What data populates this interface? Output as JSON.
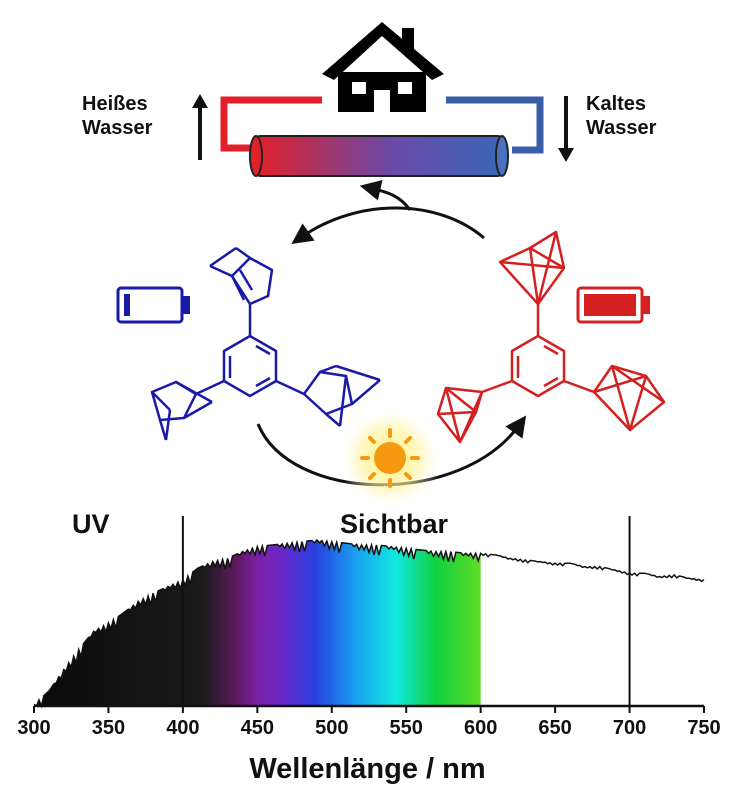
{
  "labels": {
    "hot_water_line1": "Heißes",
    "hot_water_line2": "Wasser",
    "cold_water_line1": "Kaltes",
    "cold_water_line2": "Wasser",
    "uv": "UV",
    "visible": "Sichtbar"
  },
  "colors": {
    "hot": "#e0202a",
    "cold": "#3a5fa8",
    "molecule_left": "#1a1aa8",
    "molecule_right": "#d42020",
    "sun": "#f59a10"
  },
  "icons": [
    "house-icon",
    "storage-tank-icon",
    "battery-empty-icon",
    "battery-full-icon",
    "sun-icon",
    "arrow-up-icon",
    "arrow-down-icon"
  ],
  "chart_data": {
    "type": "area",
    "xlabel": "Wellenlänge / nm",
    "ylabel": "",
    "xlim": [
      300,
      750
    ],
    "xticks": [
      300,
      350,
      400,
      450,
      500,
      550,
      600,
      650,
      700,
      750
    ],
    "markers_nm": [
      400,
      700
    ],
    "visible_range_nm": [
      400,
      600
    ],
    "series": [
      {
        "x": [
          300,
          310,
          320,
          330,
          340,
          350,
          360,
          370,
          380,
          390,
          400,
          410,
          420,
          430,
          440,
          450,
          460,
          470,
          480,
          490,
          500,
          510,
          520,
          530,
          540,
          550,
          560,
          570,
          580,
          590,
          600,
          610,
          620,
          630,
          640,
          650,
          660,
          670,
          680,
          690,
          700,
          710,
          720,
          730,
          740,
          750
        ],
        "y": [
          0.01,
          0.09,
          0.22,
          0.34,
          0.45,
          0.5,
          0.56,
          0.63,
          0.68,
          0.72,
          0.76,
          0.83,
          0.87,
          0.89,
          0.93,
          0.96,
          0.97,
          0.98,
          0.99,
          1.0,
          0.99,
          0.98,
          0.97,
          0.97,
          0.96,
          0.95,
          0.94,
          0.93,
          0.93,
          0.92,
          0.92,
          0.91,
          0.89,
          0.88,
          0.87,
          0.86,
          0.86,
          0.84,
          0.84,
          0.82,
          0.8,
          0.8,
          0.78,
          0.79,
          0.77,
          0.76
        ]
      }
    ]
  }
}
